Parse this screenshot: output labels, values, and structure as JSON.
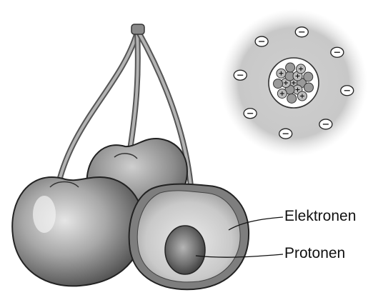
{
  "labels": {
    "electrons": "Elektronen",
    "protons": "Protonen"
  },
  "atom": {
    "electron_count": 8,
    "nucleus_particle_count": 16,
    "electron_symbol": "−",
    "proton_symbol": "+"
  },
  "colors": {
    "ink": "#111111",
    "cherry_shade": "#8a8a8a",
    "stem": "#9a9a9a",
    "electron_cloud": "#c8c8c8",
    "pit": "#6f6f6f"
  }
}
